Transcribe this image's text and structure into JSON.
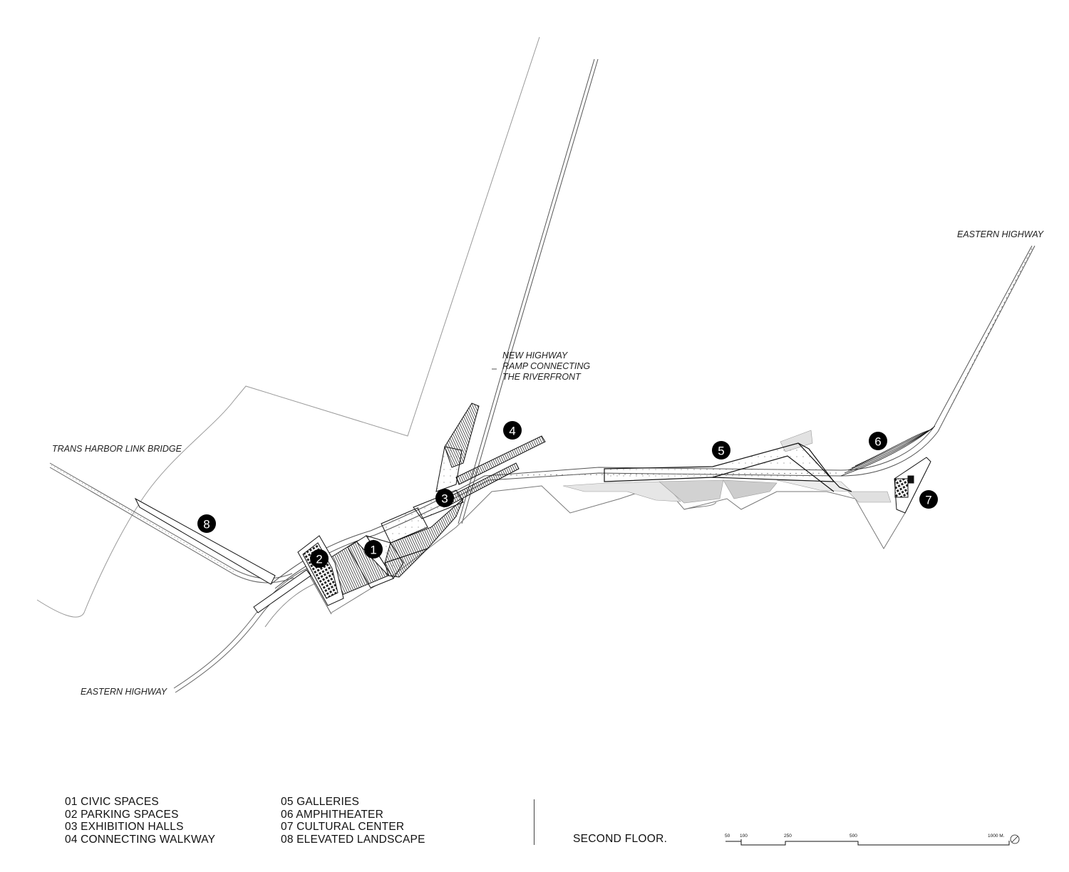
{
  "road_labels": {
    "trans_harbor": "TRANS HARBOR LINK BRIDGE",
    "new_highway_1": "NEW HIGHWAY",
    "new_highway_2": "RAMP CONNECTING",
    "new_highway_3": "THE RIVERFRONT",
    "eastern_highway_ne": "EASTERN HIGHWAY",
    "eastern_highway_sw": "EASTERN HIGHWAY"
  },
  "markers": [
    "1",
    "2",
    "3",
    "4",
    "5",
    "6",
    "7",
    "8"
  ],
  "legend": {
    "left": [
      "01 CIVIC SPACES",
      "02 PARKING SPACES",
      "03 EXHIBITION HALLS",
      "04 CONNECTING WALKWAY"
    ],
    "right": [
      "05 GALLERIES",
      "06 AMPHITHEATER",
      "07 CULTURAL CENTER",
      "08 ELEVATED LANDSCAPE"
    ]
  },
  "title": "SECOND FLOOR.",
  "scale_bar": {
    "ticks": [
      "50",
      "100",
      "250",
      "500",
      "1000 M."
    ]
  },
  "colors": {
    "ink": "#111111",
    "hatch": "#444444",
    "light_fill": "#e2e2e2",
    "mid_fill": "#cfcfcf"
  }
}
